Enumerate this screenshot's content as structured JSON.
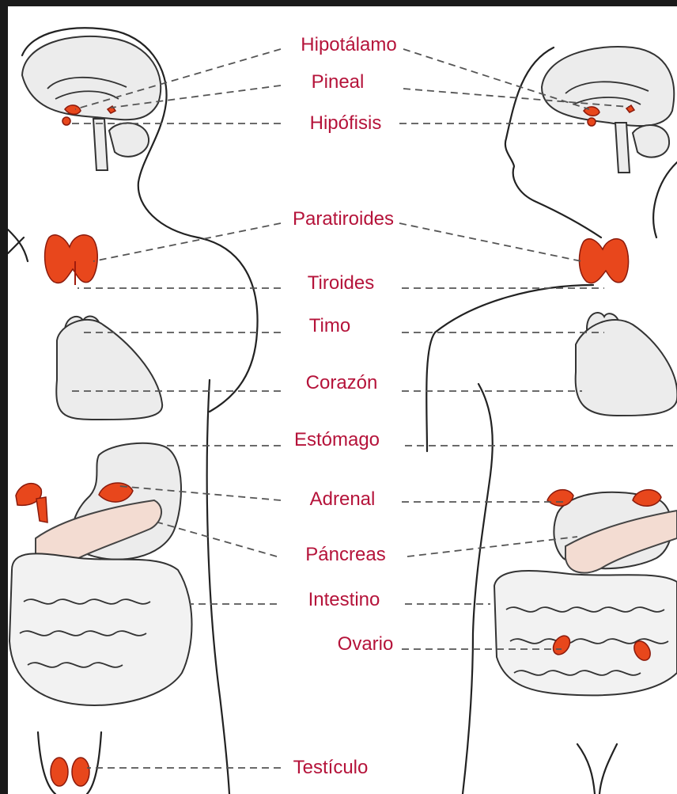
{
  "labels": {
    "hipotalamo": "Hipotálamo",
    "pineal": "Pineal",
    "hipofisis": "Hipófisis",
    "paratiroides": "Paratiroides",
    "tiroides": "Tiroides",
    "timo": "Timo",
    "corazon": "Corazón",
    "estomago": "Estómago",
    "adrenal": "Adrenal",
    "pancreas": "Páncreas",
    "intestino": "Intestino",
    "ovario": "Ovario",
    "testiculo": "Testículo"
  },
  "colors": {
    "label": "#b5133a",
    "gland": "#e8471c",
    "background": "#ffffff",
    "frame": "#1a1a1a"
  }
}
